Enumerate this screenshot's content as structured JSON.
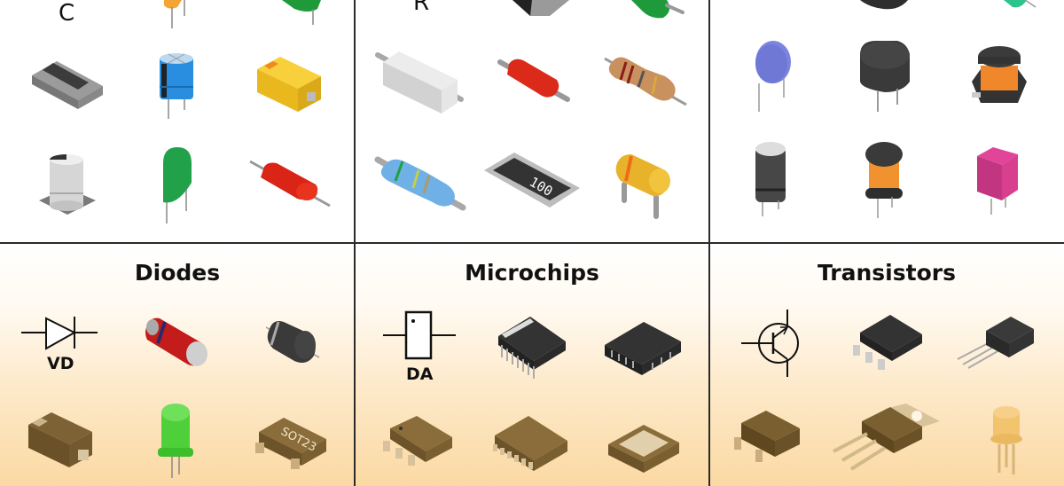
{
  "sections": {
    "capacitors": {
      "label": "C"
    },
    "resistors": {
      "label": "R"
    },
    "inductors": {
      "label": ""
    },
    "diodes": {
      "title": "Diodes",
      "symbol_label": "VD"
    },
    "microchips": {
      "title": "Microchips",
      "symbol_label": "DA"
    },
    "transistors": {
      "title": "Transistors"
    }
  },
  "component_markings": {
    "resistor_network": "100",
    "diode_sot23": "SOT23"
  },
  "colors": {
    "grid_line": "#2a2a2a",
    "gradient_top": "#ffffff",
    "gradient_bottom": "#fbd9a3"
  }
}
